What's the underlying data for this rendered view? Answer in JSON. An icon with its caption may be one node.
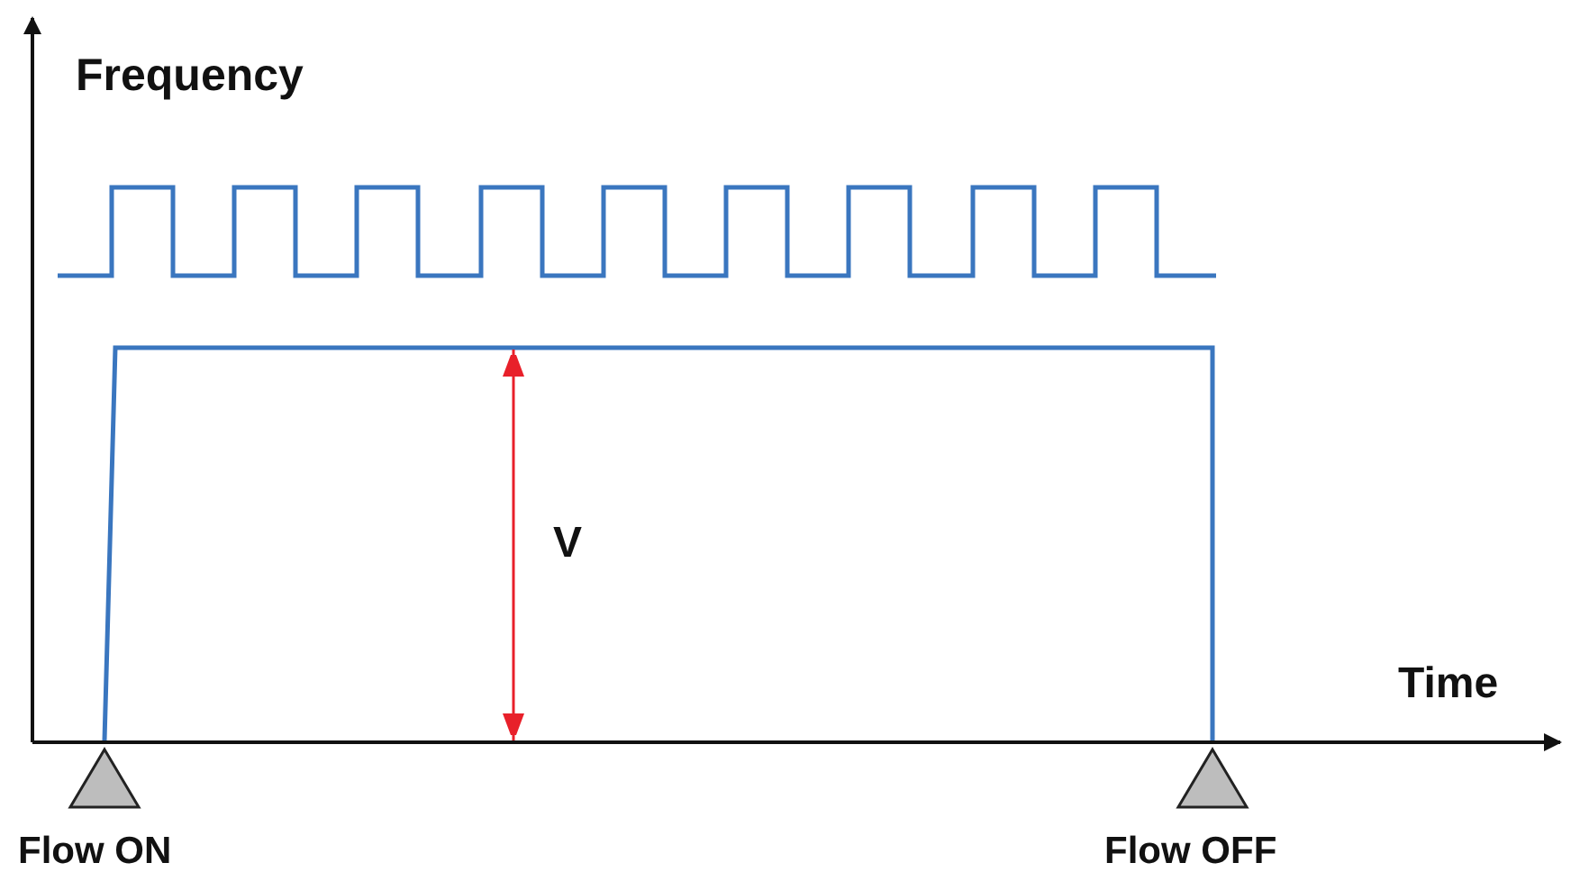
{
  "diagram": {
    "labels": [
      "Frequency",
      "V",
      "Time",
      "Flow ON",
      "Flow OFF"
    ]
  }
}
